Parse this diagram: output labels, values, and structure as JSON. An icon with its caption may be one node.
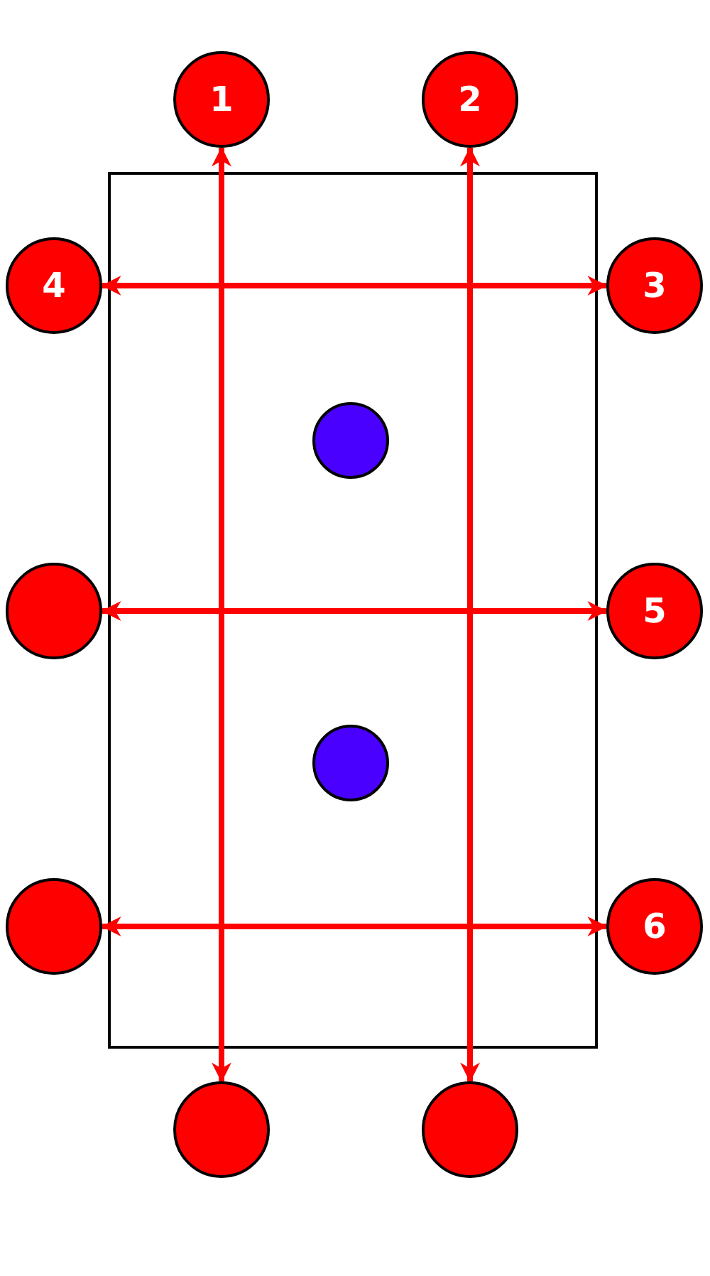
{
  "diagram": {
    "nodes": [
      {
        "text": [
          "1"
        ]
      },
      {
        "text": [
          "2"
        ]
      },
      {
        "text": [
          "4"
        ]
      },
      {
        "text": [
          "3"
        ]
      },
      {
        "text": [],
        "shape": "circle"
      },
      {
        "text": [],
        "shape": "circle"
      },
      {
        "text": [
          "5"
        ]
      },
      {
        "text": [],
        "shape": "circle"
      },
      {
        "text": [],
        "shape": "circle"
      },
      {
        "text": [
          "6"
        ]
      },
      {
        "text": [],
        "shape": "circle"
      },
      {
        "text": [],
        "shape": "circle"
      }
    ],
    "edges": [
      {
        "from": 2,
        "to": 3,
        "arrow": "both"
      },
      {
        "from": 5,
        "to": 6,
        "arrow": "both"
      },
      {
        "from": 8,
        "to": 9,
        "arrow": "both"
      },
      {
        "from": 0,
        "to": 10,
        "arrow": "both"
      },
      {
        "from": 1,
        "to": 11,
        "arrow": "both"
      }
    ]
  }
}
